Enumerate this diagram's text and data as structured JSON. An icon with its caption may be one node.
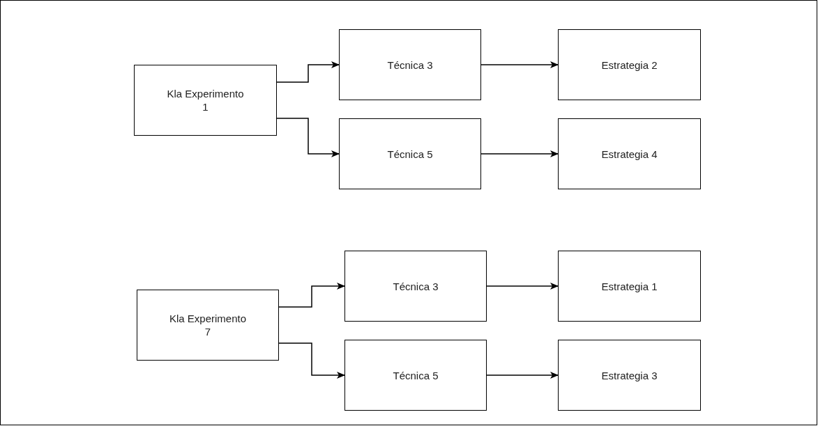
{
  "diagram": {
    "nodes": [
      {
        "text": [
          "Kla Experimento 1"
        ]
      },
      {
        "text": [
          "Técnica 3"
        ]
      },
      {
        "text": [
          "Estrategia 2"
        ]
      },
      {
        "text": [
          "Técnica 5"
        ]
      },
      {
        "text": [
          "Estrategia 4"
        ]
      },
      {
        "text": [
          "Kla Experimento 7"
        ]
      },
      {
        "text": [
          "Técnica 3"
        ]
      },
      {
        "text": [
          "Estrategia 1"
        ]
      },
      {
        "text": [
          "Técnica 5"
        ]
      },
      {
        "text": [
          "Estrategia 3"
        ]
      }
    ],
    "edges": [
      {
        "from": 0,
        "to": 1,
        "arrow": "to"
      },
      {
        "from": 0,
        "to": 3,
        "arrow": "to"
      },
      {
        "from": 1,
        "to": 2,
        "arrow": "to"
      },
      {
        "from": 3,
        "to": 4,
        "arrow": "to"
      },
      {
        "from": 5,
        "to": 6,
        "arrow": "to"
      },
      {
        "from": 5,
        "to": 8,
        "arrow": "to"
      },
      {
        "from": 6,
        "to": 7,
        "arrow": "to"
      },
      {
        "from": 8,
        "to": 9,
        "arrow": "to"
      }
    ]
  }
}
